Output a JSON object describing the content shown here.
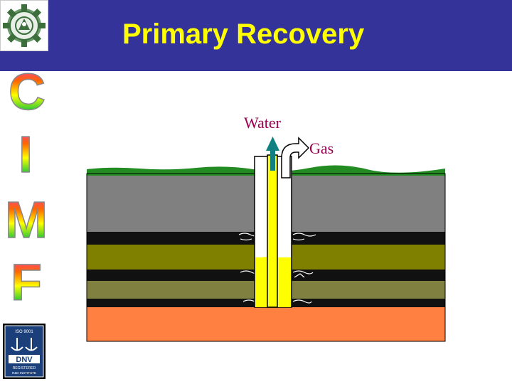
{
  "slide": {
    "title": "Primary Recovery",
    "side_letters": [
      "C",
      "I",
      "M",
      "F"
    ],
    "colors": {
      "header": "#333399",
      "title": "#ffff00",
      "label": "#99004d"
    }
  },
  "diagram": {
    "labels": {
      "water": "Water",
      "gas": "Gas"
    },
    "icons": {
      "water_arrow": "up-arrow-icon",
      "gas_arrow": "curved-arrow-icon"
    },
    "layer_colors": {
      "grass": "#228b22",
      "topsoil": "#808080",
      "shale": "#111111",
      "upper_reservoir": "#808000",
      "lower_reservoir": "#808040",
      "basement": "#ff8040",
      "oil": "#ffff00"
    }
  },
  "logos": {
    "top": "institute-gear-logo",
    "bottom": "certification-logo",
    "bottom_text": {
      "line1": "ISO 9001",
      "brand": "DNV",
      "line2": "REGISTERED",
      "line3": "R&D INSTITUTE"
    }
  }
}
